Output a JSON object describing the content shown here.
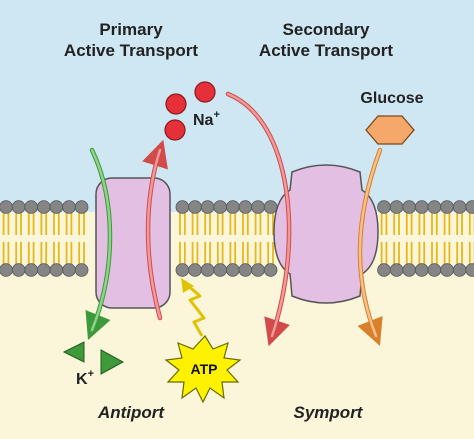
{
  "diagram": {
    "titles": {
      "primary_line1": "Primary",
      "primary_line2": "Active Transport",
      "secondary_line1": "Secondary",
      "secondary_line2": "Active Transport"
    },
    "labels": {
      "sodium": "Na",
      "sodium_charge": "+",
      "potassium": "K",
      "potassium_charge": "+",
      "glucose": "Glucose",
      "atp": "ATP"
    },
    "captions": {
      "left": "Antiport",
      "right": "Symport"
    },
    "colors": {
      "extracellular": "#cfe6f3",
      "intracellular": "#fbf6d9",
      "lipid_head": "#858585",
      "lipid_tail": "#e6b81c",
      "protein": "#e2bfe3",
      "sodium": "#e5303a",
      "potassium": "#3f9a3a",
      "arrow_red": "#ea7b7b",
      "arrow_green": "#7fc97a",
      "arrow_orange": "#f0a85a",
      "glucose": "#f5a86a",
      "atp_burst": "#fff200"
    }
  }
}
